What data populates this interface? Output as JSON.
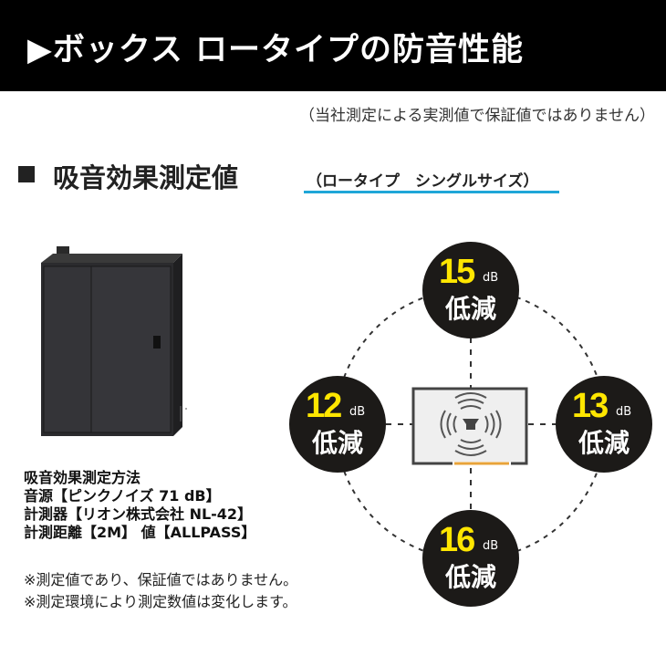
{
  "header": {
    "title": "▶ボックス ロータイプの防音性能"
  },
  "disclaimer": "（当社測定による実測値で保証値ではありません）",
  "section": {
    "title": "吸音効果測定値",
    "subtitle": "（ロータイプ　シングルサイズ）"
  },
  "methods": [
    "吸音効果測定方法",
    "音源【ピンクノイズ 71 dB】",
    "計測器【リオン株式会社 NL-42】",
    "計測距離【2M】 値【ALLPASS】"
  ],
  "notes": [
    "※測定値であり、保証値ではありません。",
    "※測定環境により測定数値は変化します。"
  ],
  "badges": {
    "top": {
      "value": "15",
      "unit": "dB",
      "label": "低減"
    },
    "left": {
      "value": "12",
      "unit": "dB",
      "label": "低減"
    },
    "right": {
      "value": "13",
      "unit": "dB",
      "label": "低減"
    },
    "bottom": {
      "value": "16",
      "unit": "dB",
      "label": "低減"
    }
  },
  "colors": {
    "accent_blue": "#1fa6d8",
    "number_yellow": "#ffe600",
    "door_orange": "#e8a33a"
  }
}
